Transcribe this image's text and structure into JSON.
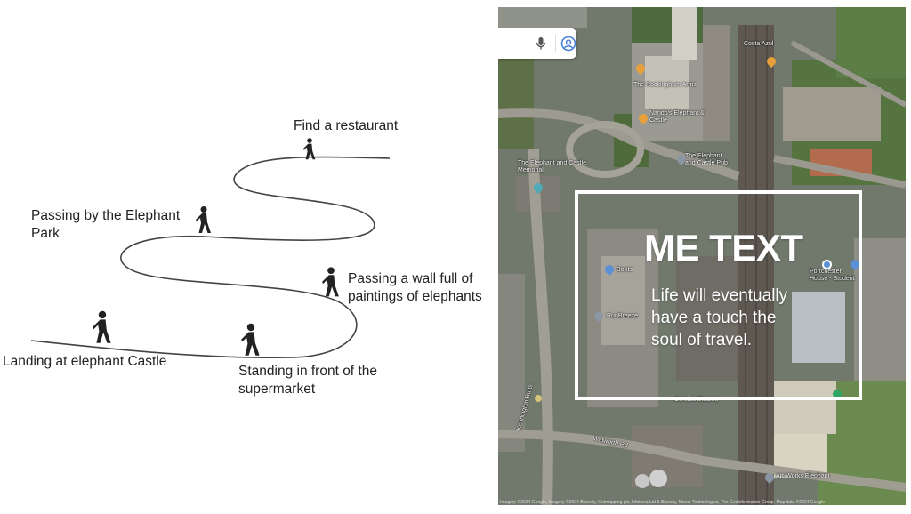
{
  "journey": {
    "stops": {
      "restaurant": "Find a restaurant",
      "park_line1": "Passing by the Elephant",
      "park_line2": "Park",
      "wall_line1": "Passing a wall full of",
      "wall_line2": "paintings of elephants",
      "landing": "Landing at elephant Castle",
      "market_line1": "Standing in front of the",
      "market_line2": "supermarket"
    },
    "icon": "person-walking-icon",
    "path_color": "#444444"
  },
  "map": {
    "view": "satellite",
    "search_icons": [
      "mic-icon",
      "account-icon"
    ],
    "pois": {
      "costa": "Costa Azul",
      "rockingham": "The Rockingham Arms",
      "nandos_1": "Nando's Elephant &",
      "nandos_2": "Castle",
      "elephant_pub_1": "The Elephant",
      "elephant_pub_2": "and Castle Pub",
      "memorial_1": "The Elephant and Castle",
      "memorial_2": "Memorial",
      "boots": "Boots",
      "runbreeze": "RunBreeze",
      "portchester_1": "Portchester",
      "portchester_2": "House - Student",
      "corsica": "Corsica Studios",
      "artworks": "Art-Works Elephant",
      "walworth": "Walworth Rd",
      "kennington": "Kennington Butts"
    },
    "overlay": {
      "title": "ME TEXT",
      "line1": "Life will eventually",
      "line2": "have a touch the",
      "line3": "soul of travel."
    },
    "attribution": "Imagery ©2024 Google, Imagery ©2024 Bluesky, Getmapping plc, Infoterra Ltd & Bluesky, Maxar Technologies, The GeoInformation Group, Map data ©2024 Google"
  }
}
